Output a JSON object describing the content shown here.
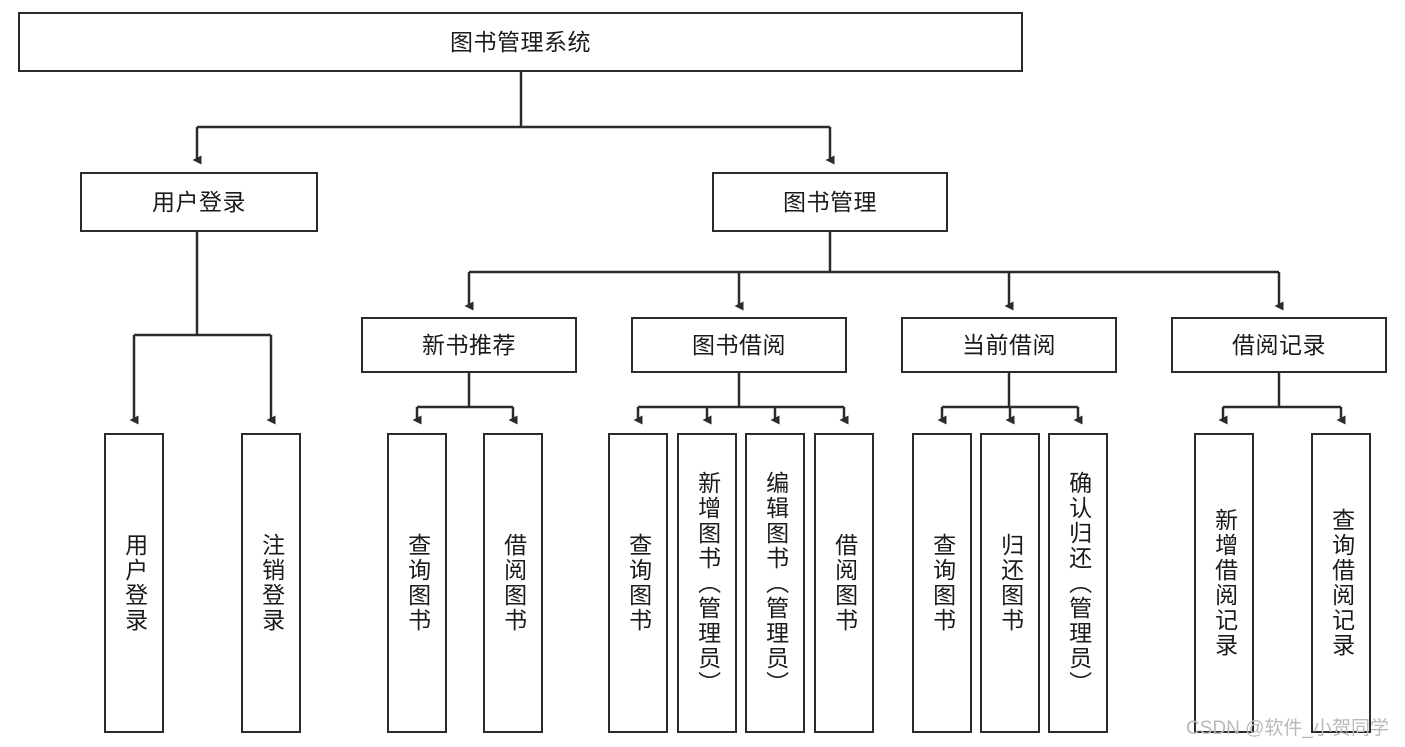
{
  "diagram": {
    "title_node": {
      "label": "图书管理系统"
    },
    "level2": [
      {
        "label": "用户登录"
      },
      {
        "label": "图书管理"
      }
    ],
    "level3": [
      {
        "label": "新书推荐"
      },
      {
        "label": "图书借阅"
      },
      {
        "label": "当前借阅"
      },
      {
        "label": "借阅记录"
      }
    ],
    "leaves": {
      "user_login": [
        {
          "label": "用户登录"
        },
        {
          "label": "注销登录"
        }
      ],
      "new_book_recommend": [
        {
          "label": "查询图书"
        },
        {
          "label": "借阅图书"
        }
      ],
      "book_borrow": [
        {
          "label": "查询图书"
        },
        {
          "label": "新增图书（管理员）"
        },
        {
          "label": "编辑图书（管理员）"
        },
        {
          "label": "借阅图书"
        }
      ],
      "current_borrow": [
        {
          "label": "查询图书"
        },
        {
          "label": "归还图书"
        },
        {
          "label": "确认归还（管理员）"
        }
      ],
      "borrow_record": [
        {
          "label": "新增借阅记录"
        },
        {
          "label": "查询借阅记录"
        }
      ]
    }
  },
  "watermark": {
    "text": "CSDN @软件_小贺同学"
  },
  "colors": {
    "stroke": "#2b2b2b",
    "fill": "#ffffff",
    "text": "#1b1b1b",
    "watermark": "#b9b9b9"
  }
}
